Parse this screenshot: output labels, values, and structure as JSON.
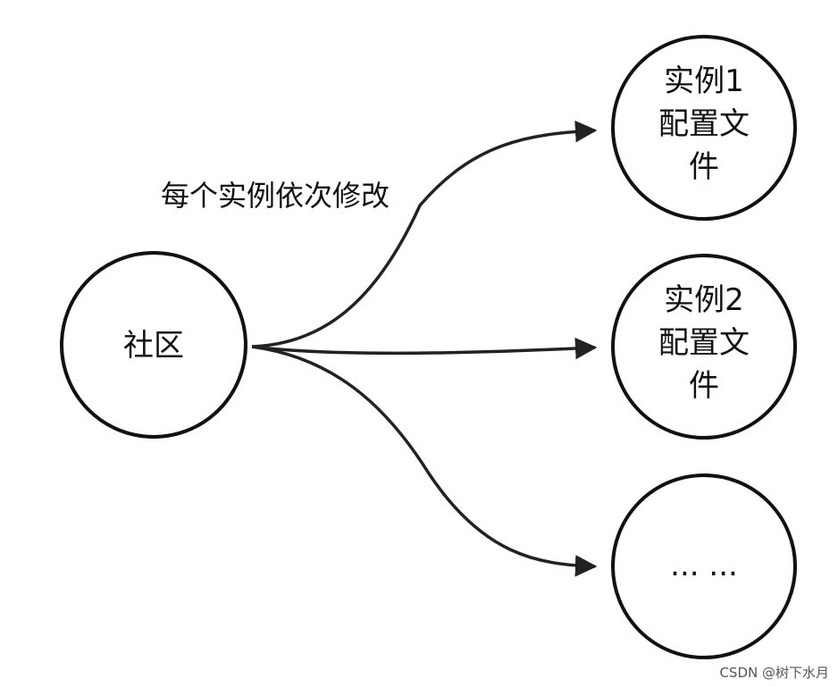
{
  "diagram": {
    "nodes": {
      "community": {
        "label": "社区"
      },
      "instance1": {
        "lines": [
          "实例1",
          "配置文",
          "件"
        ]
      },
      "instance2": {
        "lines": [
          "实例2",
          "配置文",
          "件"
        ]
      },
      "more": {
        "label": "... ..."
      }
    },
    "edge_label": "每个实例依次修改",
    "edges": [
      {
        "from": "community",
        "to": "instance1"
      },
      {
        "from": "community",
        "to": "instance2"
      },
      {
        "from": "community",
        "to": "more"
      }
    ]
  },
  "watermark": "CSDN @树下水月",
  "colors": {
    "stroke": "#111111",
    "background": "#ffffff"
  }
}
